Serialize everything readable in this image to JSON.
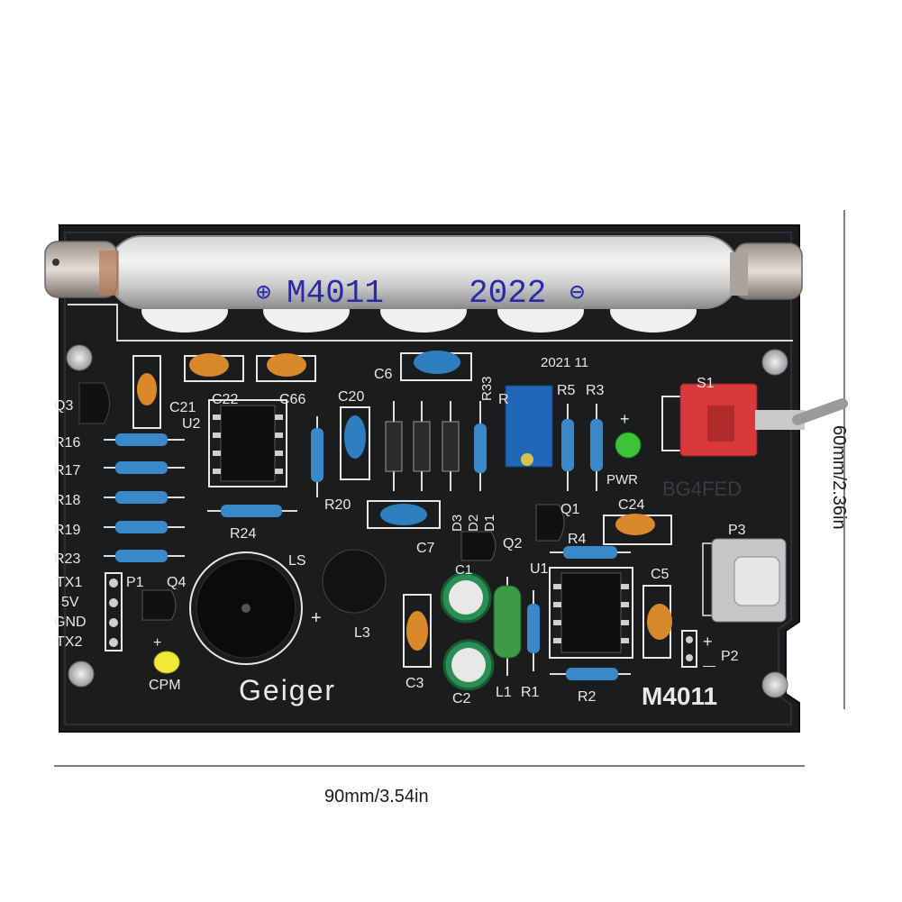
{
  "tube": {
    "model": "M4011",
    "year": "2022"
  },
  "board": {
    "date": "2021 11",
    "title": "Geiger",
    "model": "M4011",
    "watermark": "BG4FED",
    "labels": {
      "q3": "Q3",
      "q4": "Q4",
      "q1": "Q1",
      "q2": "Q2",
      "r16": "R16",
      "r17": "R17",
      "r18": "R18",
      "r19": "R19",
      "r23": "R23",
      "r24": "R24",
      "r20": "R20",
      "r33": "R33",
      "r5": "R5",
      "r3": "R3",
      "r4": "R4",
      "r2": "R2",
      "r1": "R1",
      "r_trim": "R",
      "c21": "C21",
      "c22": "C22",
      "c66": "C66",
      "c20": "C20",
      "c6": "C6",
      "c7": "C7",
      "c24": "C24",
      "c5": "C5",
      "c3": "C3",
      "c2": "C2",
      "c1": "C1",
      "u1": "U1",
      "u2": "U2",
      "s1": "S1",
      "p1": "P1",
      "p2": "P2",
      "p3": "P3",
      "ls": "LS",
      "l3": "L3",
      "l1": "L1",
      "d1": "D1",
      "d2": "D2",
      "d3": "D3",
      "tx1": "TX1",
      "v5": "5V",
      "gnd": "GND",
      "tx2": "TX2",
      "cpm": "CPM",
      "pwr": "PWR",
      "plus": "+",
      "minus": "—"
    }
  },
  "dimensions": {
    "width": "90mm/3.54in",
    "height": "60mm/2.36in"
  },
  "colors": {
    "pcb": "#1b1c1e",
    "silkscreen": "#e8e8e8",
    "resistor": "#3b88c8",
    "capacitor": "#d9892a",
    "ceramic_blue": "#2f7fc0",
    "switch": "#d9393a"
  }
}
